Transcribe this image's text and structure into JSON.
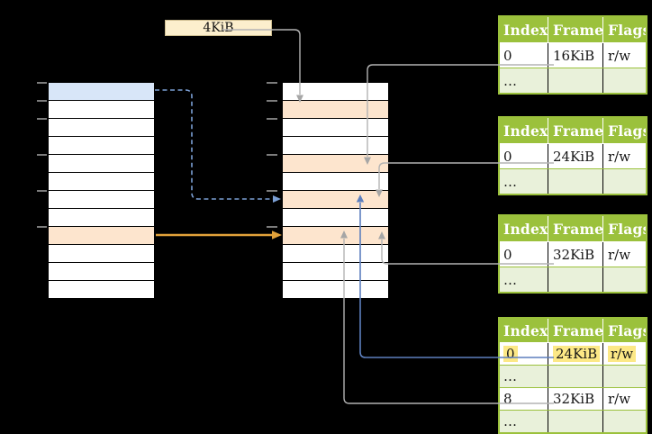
{
  "page_size_box": {
    "label": "4KiB"
  },
  "virtual_memory_column": {
    "rows": [
      "blue",
      "white",
      "white",
      "white",
      "white",
      "white",
      "white",
      "white",
      "orange",
      "white",
      "white",
      "white"
    ],
    "ticks": [
      0,
      1,
      2,
      4,
      6,
      8
    ]
  },
  "physical_memory_column": {
    "rows": [
      "white",
      "orange",
      "white",
      "white",
      "orange",
      "white",
      "orange",
      "white",
      "orange",
      "white",
      "white",
      "white"
    ],
    "ticks": [
      0,
      1,
      2,
      4,
      6,
      8
    ]
  },
  "page_tables": [
    {
      "headers": [
        "Index",
        "Frame",
        "Flags"
      ],
      "rows": [
        [
          "0",
          "16KiB",
          "r/w"
        ],
        [
          "…",
          "",
          ""
        ]
      ],
      "highlight_row": null
    },
    {
      "headers": [
        "Index",
        "Frame",
        "Flags"
      ],
      "rows": [
        [
          "0",
          "24KiB",
          "r/w"
        ],
        [
          "…",
          "",
          ""
        ]
      ],
      "highlight_row": null
    },
    {
      "headers": [
        "Index",
        "Frame",
        "Flags"
      ],
      "rows": [
        [
          "0",
          "32KiB",
          "r/w"
        ],
        [
          "…",
          "",
          ""
        ]
      ],
      "highlight_row": null
    },
    {
      "headers": [
        "Index",
        "Frame",
        "Flags"
      ],
      "rows": [
        [
          "0",
          "24KiB",
          "r/w"
        ],
        [
          "…",
          "",
          ""
        ],
        [
          "8",
          "32KiB",
          "r/w"
        ],
        [
          "…",
          "",
          ""
        ]
      ],
      "highlight_row": 0
    }
  ],
  "connections": [
    {
      "from": "page-size-box",
      "to": "physical-frame-row-1",
      "style": "gray-solid"
    },
    {
      "from": "page-table-1-row-0",
      "to": "physical-frame-row-4",
      "style": "gray-solid"
    },
    {
      "from": "page-table-2-row-0",
      "to": "physical-frame-row-6",
      "style": "gray-solid"
    },
    {
      "from": "page-table-3-row-0",
      "to": "physical-frame-row-8",
      "style": "gray-solid"
    },
    {
      "from": "page-table-4-row-0",
      "to": "physical-frame-row-6",
      "style": "blue-solid"
    },
    {
      "from": "page-table-4-row-8",
      "to": "physical-frame-row-8",
      "style": "gray-solid"
    },
    {
      "from": "virtual-page-row-0",
      "to": "physical-frame-row-6",
      "style": "blue-dashed"
    },
    {
      "from": "virtual-page-row-8",
      "to": "physical-frame-row-8",
      "style": "orange-solid"
    }
  ],
  "colors": {
    "table_header_green": "#9bc13c",
    "table_row_green": "#e9f1da",
    "frame_orange": "#fde5ce",
    "page_blue": "#d8e6f8",
    "highlight_yellow": "#fce886",
    "box_cream": "#fcefcd",
    "connector_gray": "#b3b3b3",
    "connector_gray_head": "#a6a6a6",
    "connector_blue": "#5d7fbe",
    "connector_dashed_blue": "#7b9fd4",
    "connector_orange": "#e2a23a"
  }
}
